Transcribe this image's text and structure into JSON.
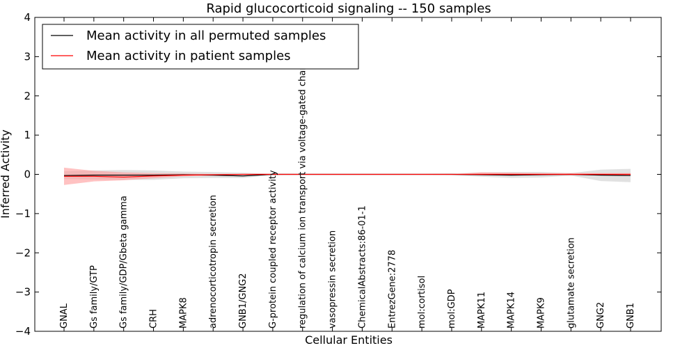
{
  "chart_data": {
    "type": "line",
    "title": "Rapid glucocorticoid signaling -- 150 samples",
    "xlabel": "Cellular Entities",
    "ylabel": "Inferred Activity",
    "ylim": [
      -4,
      4
    ],
    "yticks": [
      -4,
      -3,
      -2,
      -1,
      0,
      1,
      2,
      3,
      4
    ],
    "ytick_labels": [
      "−4",
      "−3",
      "−2",
      "−1",
      "0",
      "1",
      "2",
      "3",
      "4"
    ],
    "grid": false,
    "legend_position": "top-left",
    "categories": [
      "GNAL",
      "Gs family/GTP",
      "Gs family/GDP/Gbeta gamma",
      "CRH",
      "MAPK8",
      "adrenocorticotropin secretion",
      "GNB1/GNG2",
      "G-protein coupled receptor activity",
      "regulation of calcium ion transport via voltage-gated channel",
      "vasopressin secretion",
      "ChemicalAbstracts:86-01-1",
      "EntrezGene:2778",
      "mol:cortisol",
      "mol:GDP",
      "MAPK11",
      "MAPK14",
      "MAPK9",
      "glutamate secretion",
      "GNG2",
      "GNB1"
    ],
    "series": [
      {
        "name": "Mean activity in all permuted samples",
        "color": "#000000",
        "band_color": "#c8c8c8",
        "values": [
          -0.03,
          -0.02,
          -0.02,
          -0.02,
          -0.01,
          -0.02,
          -0.04,
          0.0,
          0.0,
          0.0,
          0.0,
          0.0,
          0.0,
          0.0,
          -0.01,
          -0.02,
          -0.01,
          0.0,
          -0.02,
          -0.03
        ],
        "band_lower": [
          -0.12,
          -0.13,
          -0.14,
          -0.14,
          -0.1,
          -0.09,
          -0.09,
          -0.02,
          -0.01,
          -0.01,
          -0.01,
          -0.01,
          -0.01,
          -0.02,
          -0.06,
          -0.09,
          -0.08,
          -0.03,
          -0.17,
          -0.2
        ],
        "band_upper": [
          0.08,
          0.1,
          0.11,
          0.1,
          0.07,
          0.06,
          0.04,
          0.02,
          0.01,
          0.01,
          0.01,
          0.01,
          0.01,
          0.02,
          0.05,
          0.06,
          0.06,
          0.03,
          0.12,
          0.14
        ]
      },
      {
        "name": "Mean activity in patient samples",
        "color": "#ff0000",
        "band_color": "#ff9999",
        "values": [
          -0.05,
          -0.05,
          -0.07,
          -0.04,
          -0.02,
          -0.01,
          0.0,
          0.0,
          0.0,
          0.0,
          0.0,
          0.0,
          0.0,
          0.0,
          0.0,
          0.0,
          0.0,
          0.0,
          0.0,
          0.0
        ],
        "band_lower": [
          -0.27,
          -0.18,
          -0.15,
          -0.1,
          -0.05,
          -0.03,
          -0.01,
          -0.01,
          0.0,
          0.0,
          0.0,
          0.0,
          0.0,
          0.0,
          -0.02,
          -0.02,
          -0.02,
          -0.02,
          -0.02,
          -0.02
        ],
        "band_upper": [
          0.17,
          0.09,
          0.05,
          0.03,
          0.02,
          0.01,
          0.01,
          0.01,
          0.0,
          0.0,
          0.0,
          0.0,
          0.0,
          0.0,
          0.05,
          0.04,
          0.03,
          0.03,
          0.03,
          0.03
        ]
      }
    ]
  }
}
